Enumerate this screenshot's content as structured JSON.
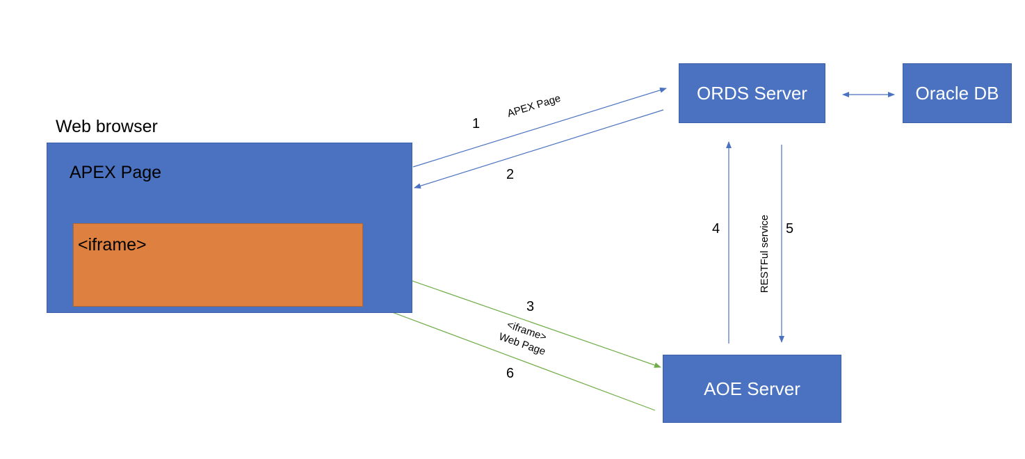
{
  "browser": {
    "caption": "Web browser",
    "apex_label": "APEX Page",
    "iframe_label": "<iframe>"
  },
  "servers": {
    "ords": "ORDS Server",
    "oracle": "Oracle DB",
    "aoe": "AOE Server"
  },
  "arrows": {
    "step1": {
      "number": "1",
      "label": "APEX Page"
    },
    "step2": {
      "number": "2"
    },
    "step3": {
      "number": "3",
      "label_line1": "<iframe>",
      "label_line2": "Web Page"
    },
    "step4": {
      "number": "4"
    },
    "step5": {
      "number": "5",
      "label": "RESTFul service"
    },
    "step6": {
      "number": "6"
    }
  },
  "colors": {
    "box_blue": "#4a72c0",
    "iframe_orange": "#de803f",
    "arrow_blue": "#4a72c0",
    "arrow_green": "#70ad47"
  }
}
